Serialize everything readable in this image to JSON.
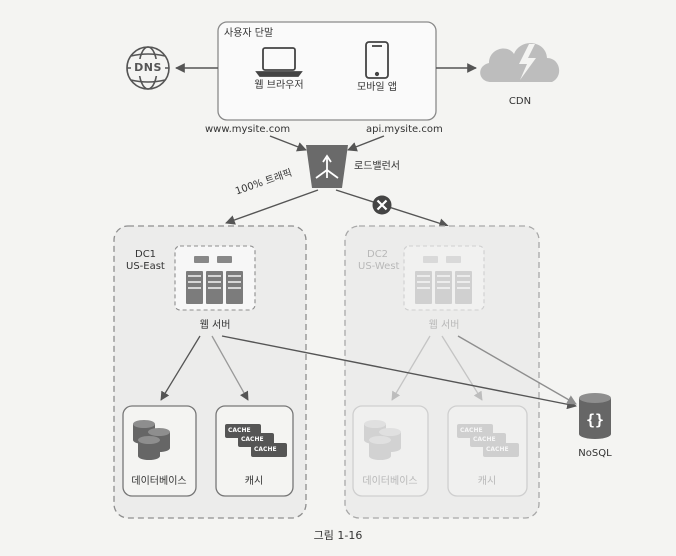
{
  "client": {
    "box_label": "사용자 단말",
    "web_browser": "웹 브라우저",
    "mobile_app": "모바일 앱",
    "web_domain": "www.mysite.com",
    "api_domain": "api.mysite.com"
  },
  "dns": {
    "label": "DNS"
  },
  "cdn": {
    "label": "CDN"
  },
  "load_balancer": {
    "label": "로드밸런서"
  },
  "routing": {
    "active_label": "100% 트래픽"
  },
  "dc1": {
    "name": "DC1",
    "region": "US-East",
    "web_server": "웹 서버",
    "database": "데이터베이스",
    "cache": "캐시",
    "cache_tag": "CACHE"
  },
  "dc2": {
    "name": "DC2",
    "region": "US-West",
    "web_server": "웹 서버",
    "database": "데이터베이스",
    "cache": "캐시",
    "cache_tag": "CACHE"
  },
  "nosql": {
    "label": "NoSQL"
  },
  "caption": "그림 1-16",
  "colors": {
    "icon_dark": "#5a5a5a",
    "icon_faded": "#c8c8c8",
    "box_border": "#8a8a8a",
    "box_faded": "#cfcfcf",
    "error_badge": "#444444"
  }
}
